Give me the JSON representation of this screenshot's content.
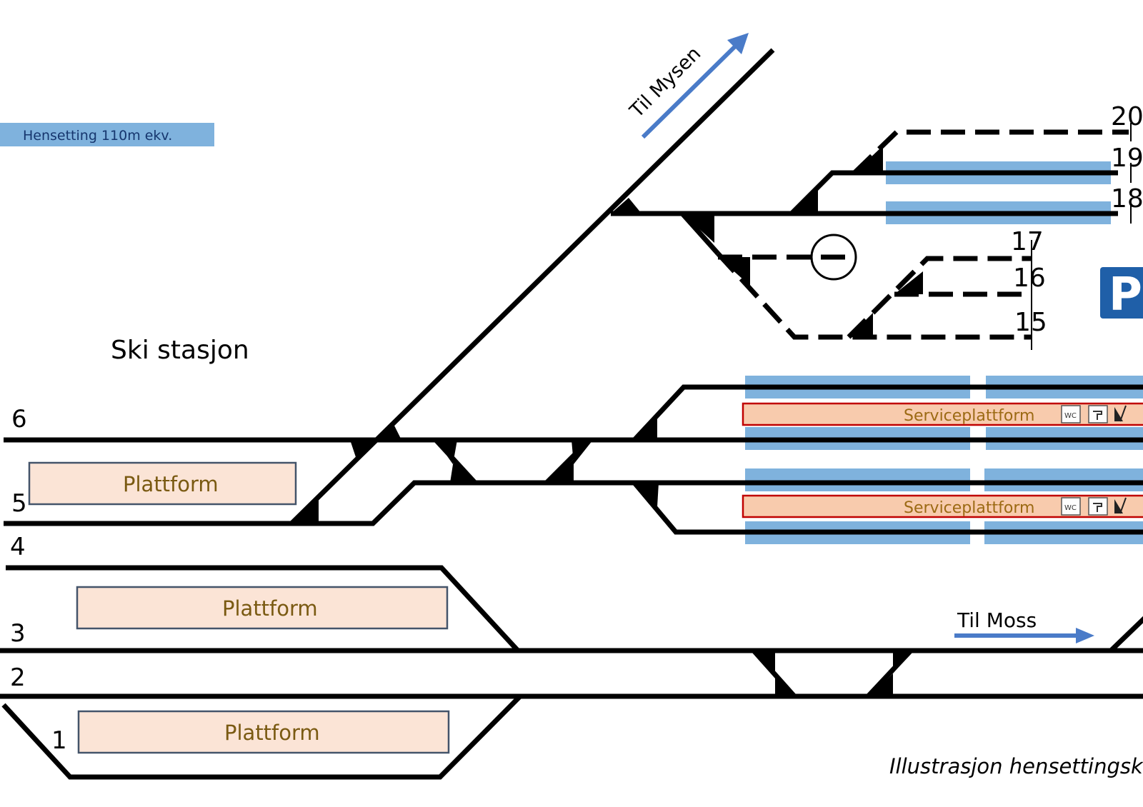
{
  "legend": {
    "label": "Hensetting 110m ekv.",
    "color": "#7fb2dd"
  },
  "station_label": "Ski stasjon",
  "directions": {
    "mysen": "Til Mysen",
    "moss": "Til Moss"
  },
  "track_numbers": {
    "t1": "1",
    "t2": "2",
    "t3": "3",
    "t4": "4",
    "t5": "5",
    "t6": "6",
    "t15": "15",
    "t16": "16",
    "t17": "17",
    "t18": "18",
    "t19": "19",
    "t20": "20"
  },
  "platforms": [
    "Plattform",
    "Plattform",
    "Plattform"
  ],
  "service_platforms": [
    "Serviceplattform",
    "Serviceplattform"
  ],
  "service_icons": [
    "wc-icon",
    "water-tap-icon",
    "cleaning-icon"
  ],
  "parking_symbol": "P",
  "caption": "Illustrasjon hensettingska",
  "colors": {
    "track": "#000000",
    "stabling_band": "#7fb2dd",
    "platform_fill": "#fbe4d6",
    "platform_border": "#44546a",
    "service_border": "#c00000",
    "service_fill": "#f8cbad",
    "arrow": "#4a7bc8",
    "parking": "#1f5fa8"
  }
}
